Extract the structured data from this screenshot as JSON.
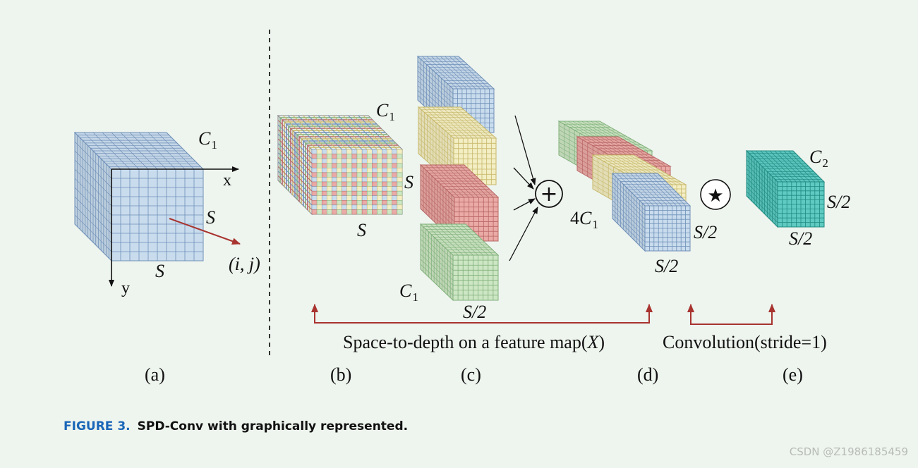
{
  "panel_labels": {
    "a": "(a)",
    "b": "(b)",
    "c": "(c)",
    "d": "(d)",
    "e": "(e)"
  },
  "panel_a": {
    "channel_label": {
      "symbol": "C",
      "subscript": "1"
    },
    "x_axis_label": "x",
    "y_axis_label": "y",
    "height_label": "S",
    "width_label": "S",
    "pixel_label": "(i, j)"
  },
  "panel_b": {
    "channel_label": {
      "symbol": "C",
      "subscript": "1"
    },
    "height_label": "S",
    "width_label": "S"
  },
  "panel_c": {
    "channel_label": {
      "symbol": "C",
      "subscript": "1"
    },
    "size_label": "S/2"
  },
  "panel_d": {
    "channel_label": {
      "prefix": "4",
      "symbol": "C",
      "subscript": "1"
    },
    "height_label": "S/2",
    "width_label": "S/2"
  },
  "panel_e": {
    "channel_label": {
      "symbol": "C",
      "subscript": "2"
    },
    "height_label": "S/2",
    "width_label": "S/2"
  },
  "operators": {
    "concat": "⊕",
    "convolution": "★"
  },
  "brackets": {
    "space_to_depth": {
      "text": "Space-to-depth on a feature map(",
      "var": "X",
      "close": ")"
    },
    "convolution": "Convolution(stride=1)"
  },
  "caption": {
    "figure_number": "FIGURE 3.",
    "text": "SPD-Conv with graphically represented."
  },
  "watermark": "CSDN @Z1986185459",
  "colors": {
    "background": "#eef4ee",
    "blue_face": "#c9dced",
    "blue_line": "#6e8fb8",
    "yellow_face": "#f3eec4",
    "yellow_line": "#c7b86a",
    "red_face": "#eaaaa6",
    "red_line": "#b86664",
    "green_face": "#cde6c4",
    "green_line": "#7fb07a",
    "teal_face": "#5ecac2",
    "teal_line": "#1f8a80",
    "bracket": "#a8332f",
    "caption_blue": "#1a66b8"
  }
}
